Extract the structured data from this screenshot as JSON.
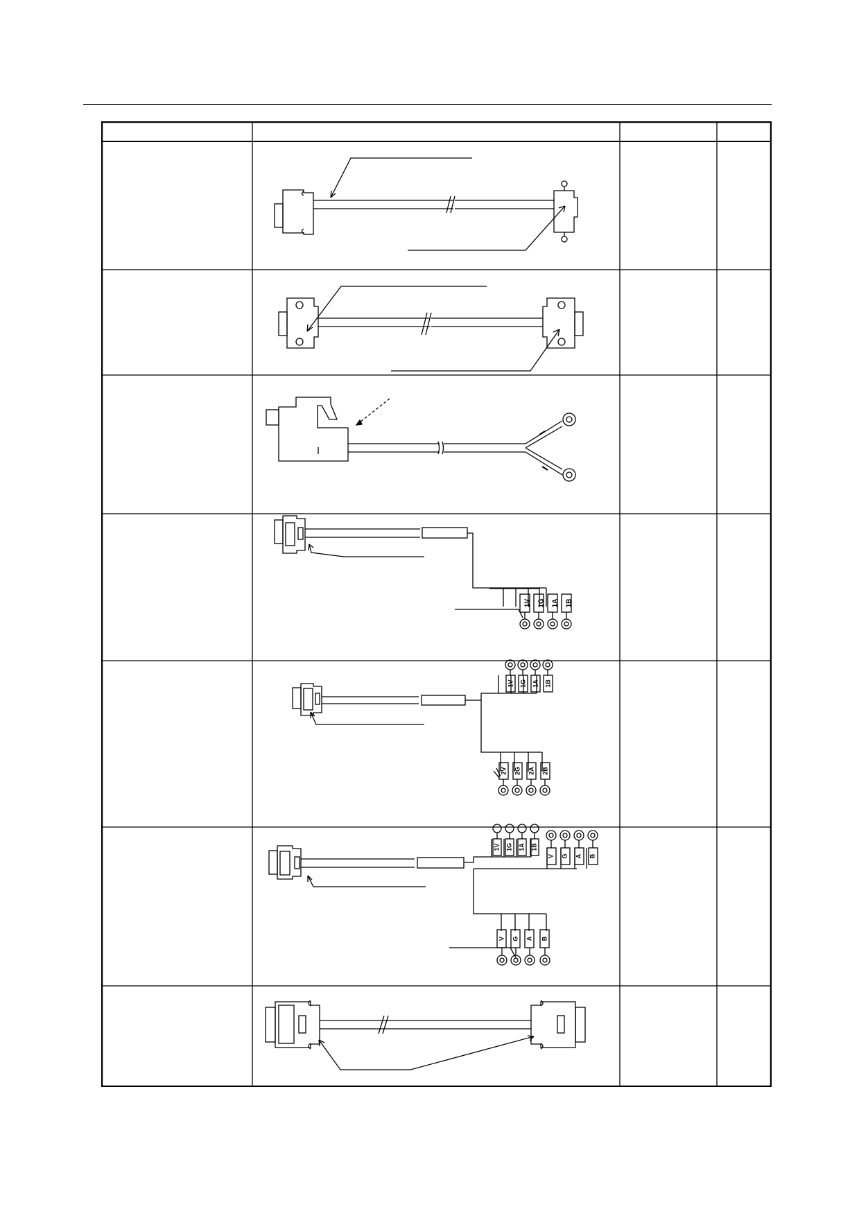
{
  "page": {
    "title": ""
  },
  "table": {
    "columns": [
      "",
      "",
      "",
      ""
    ],
    "rows": [
      {
        "drawing": "cable-connector-to-connector-screw-lock"
      },
      {
        "drawing": "cable-connector-to-connector-screw-lock-both"
      },
      {
        "drawing": "cable-connector-to-two-ring-terminals"
      },
      {
        "drawing": "cable-connector-to-four-labelled-terminals",
        "terminal_labels": [
          "1V",
          "1G",
          "1A",
          "1B"
        ]
      },
      {
        "drawing": "cable-connector-to-eight-labelled-terminals",
        "terminal_labels_1": [
          "1V",
          "1G",
          "1A",
          "1B"
        ],
        "terminal_labels_2": [
          "2V",
          "2G",
          "2A",
          "2B"
        ]
      },
      {
        "drawing": "cable-connector-to-twelve-labelled-terminals",
        "terminal_labels_1": [
          "1V",
          "1G",
          "1A",
          "1B"
        ],
        "terminal_labels_2": [
          "V",
          "G",
          "A",
          "B"
        ],
        "terminal_labels_3": [
          "V",
          "G",
          "A",
          "B"
        ]
      },
      {
        "drawing": "cable-connector-to-connector-latch"
      }
    ]
  },
  "icons": {
    "connector": "d-sub-connector-icon",
    "ring_terminal": "ring-terminal-icon",
    "leader": "leader-arrow-icon"
  }
}
